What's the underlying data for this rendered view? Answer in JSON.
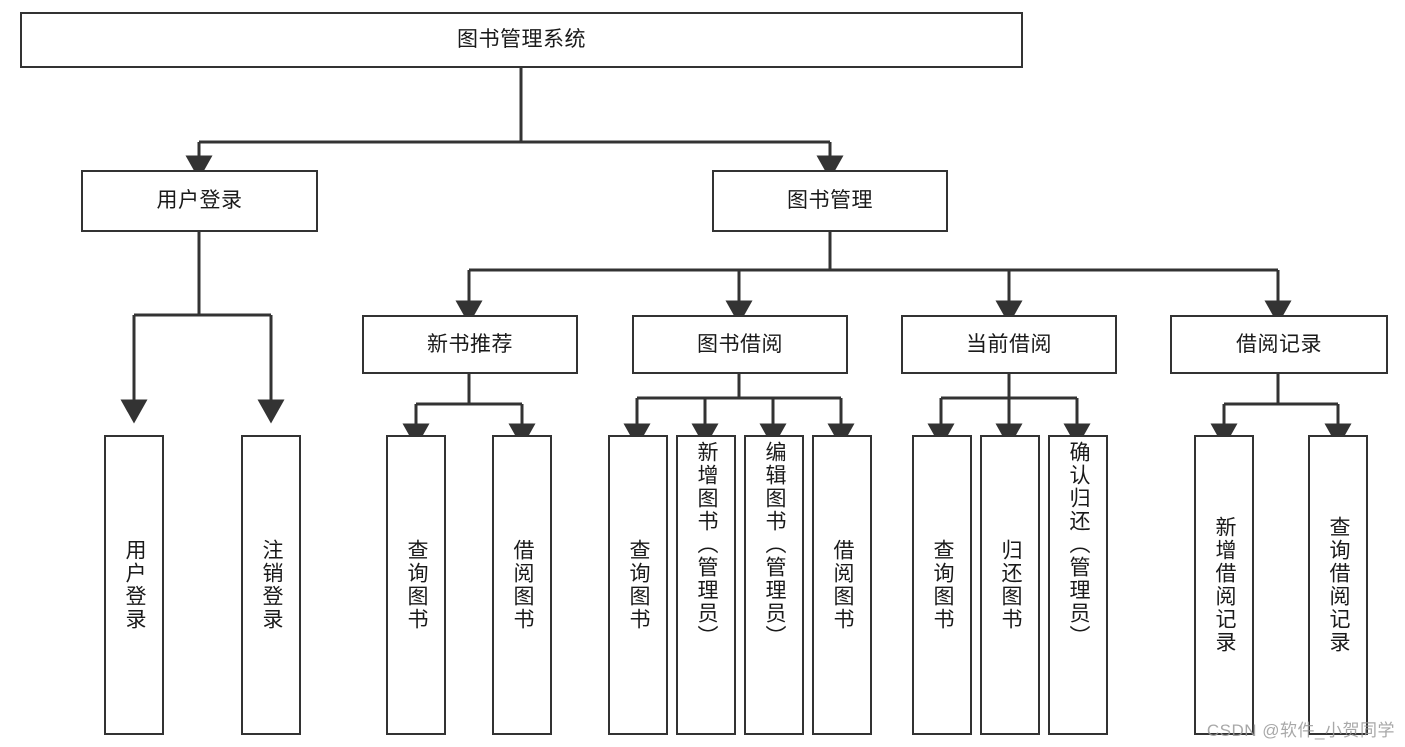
{
  "diagram": {
    "title": "图书管理系统",
    "type": "tree",
    "watermark": "CSDN @软件_小贺同学",
    "colors": {
      "box_border": "#333333",
      "box_fill": "#ffffff",
      "edge": "#333333",
      "text": "#1a1a1a",
      "watermark": "#9a9a9a"
    },
    "root": {
      "label": "图书管理系统"
    },
    "level2": [
      {
        "label": "用户登录"
      },
      {
        "label": "图书管理"
      }
    ],
    "level3": [
      {
        "label": "新书推荐"
      },
      {
        "label": "图书借阅"
      },
      {
        "label": "当前借阅"
      },
      {
        "label": "借阅记录"
      }
    ],
    "leaves": {
      "user_login": [
        {
          "label": "用户登录"
        },
        {
          "label": "注销登录"
        }
      ],
      "new_book_recommend": [
        {
          "label": "查询图书"
        },
        {
          "label": "借阅图书"
        }
      ],
      "book_borrow": [
        {
          "label": "查询图书"
        },
        {
          "label": "新增图书（管理员）"
        },
        {
          "label": "编辑图书（管理员）"
        },
        {
          "label": "借阅图书"
        }
      ],
      "current_borrow": [
        {
          "label": "查询图书"
        },
        {
          "label": "归还图书"
        },
        {
          "label": "确认归还（管理员）"
        }
      ],
      "borrow_record": [
        {
          "label": "新增借阅记录"
        },
        {
          "label": "查询借阅记录"
        }
      ]
    }
  }
}
